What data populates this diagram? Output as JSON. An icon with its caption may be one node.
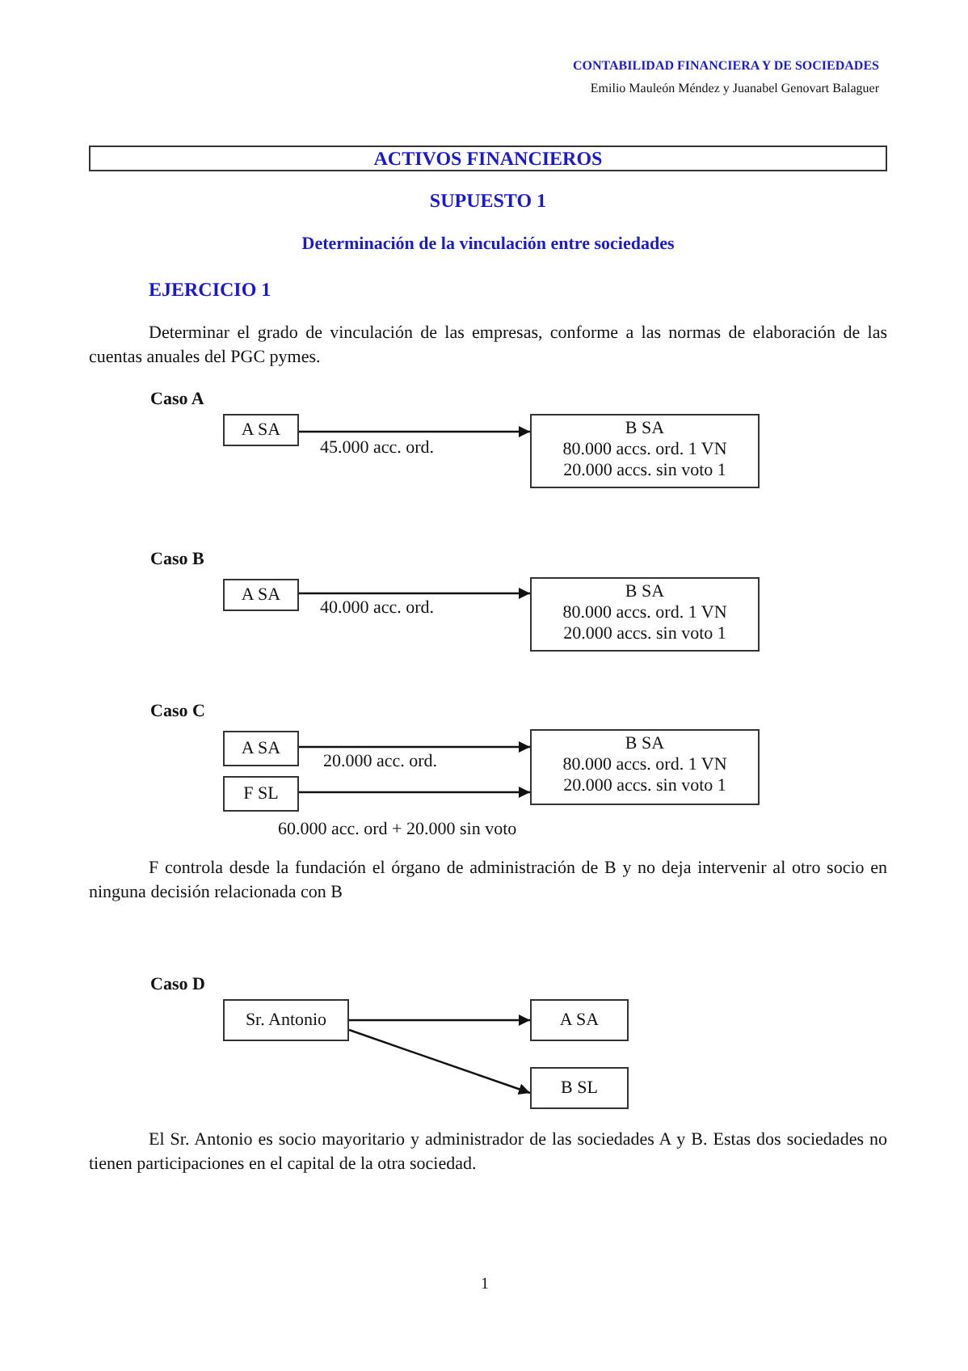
{
  "diagram": {
    "nodes": [
      {
        "text": [
          "ACTIVOS FINANCIEROS"
        ]
      },
      {
        "text": [
          "A SA"
        ]
      },
      {
        "text": [
          "B SA",
          "80.000 accs. ord. 1 VN",
          "20.000 accs. sin voto 1"
        ]
      },
      {
        "text": [
          "A SA"
        ]
      },
      {
        "text": [
          "B SA",
          "80.000 accs. ord. 1 VN",
          "20.000 accs. sin voto 1"
        ]
      },
      {
        "text": [
          "A SA"
        ]
      },
      {
        "text": [
          "F SL"
        ]
      },
      {
        "text": [
          "B SA",
          "80.000 accs. ord. 1 VN",
          "20.000 accs. sin voto 1"
        ]
      },
      {
        "text": [
          "Sr. Antonio"
        ]
      },
      {
        "text": [
          "A SA"
        ]
      },
      {
        "text": [
          "B SL"
        ]
      }
    ],
    "edges": [
      {
        "from": 1,
        "to": 2,
        "arrow": "to",
        "label": "45.000 acc. ord."
      },
      {
        "from": 3,
        "to": 4,
        "arrow": "to",
        "label": "40.000 acc. ord."
      },
      {
        "from": 5,
        "to": 7,
        "arrow": "to",
        "label": "20.000 acc. ord."
      },
      {
        "from": 6,
        "to": 7,
        "arrow": "to",
        "label": "60.000 acc. ord + 20.000 sin voto"
      },
      {
        "from": 8,
        "to": 9,
        "arrow": "to"
      },
      {
        "from": 8,
        "to": 10,
        "arrow": "to"
      }
    ],
    "labels": [
      "CONTABILIDAD FINANCIERA Y DE SOCIEDADES",
      "Emilio Mauleón Méndez y Juanabel Genovart Balaguer",
      "SUPUESTO 1",
      "Determinación de la vinculación entre sociedades",
      "EJERCICIO 1",
      "Determinar el grado de vinculación de las empresas, conforme a las normas de elaboración de las cuentas anuales del PGC pymes.",
      "Caso A",
      "Caso B",
      "Caso C",
      "F controla desde la fundación el órgano de administración de B y no deja intervenir al otro socio en ninguna decisión relacionada con B",
      "Caso D",
      "El Sr. Antonio es socio mayoritario y administrador de las sociedades A y B. Estas dos sociedades no tienen participaciones en el capital de la otra sociedad.",
      "1"
    ]
  }
}
